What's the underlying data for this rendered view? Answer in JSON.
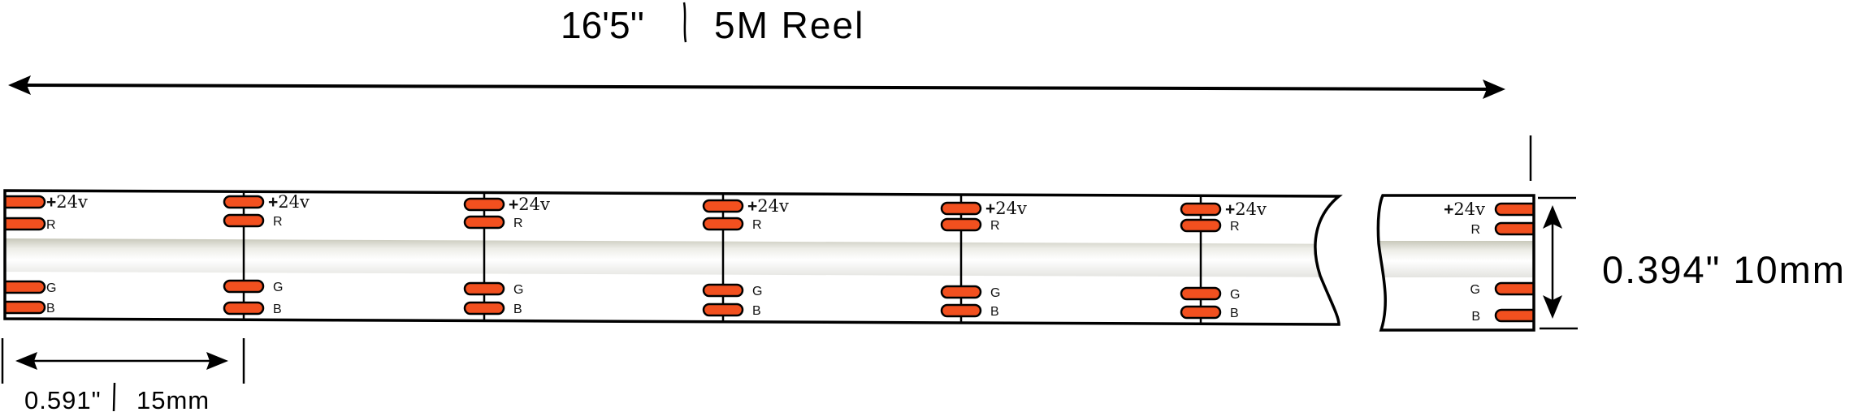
{
  "diagram": {
    "title": {
      "length_imperial": "16'5''",
      "length_metric": "5M Reel"
    },
    "strip": {
      "segments": 6,
      "cut_points": 6,
      "pins": [
        {
          "id": "v",
          "label": "+24v",
          "plus": "+",
          "value": "24v"
        },
        {
          "id": "r",
          "label": "R"
        },
        {
          "id": "g",
          "label": "G"
        },
        {
          "id": "b",
          "label": "B"
        }
      ]
    },
    "end_piece": {
      "pins": [
        {
          "id": "v",
          "label": "+24v",
          "plus": "+",
          "value": "24v"
        },
        {
          "id": "r",
          "label": "R"
        },
        {
          "id": "g",
          "label": "G"
        },
        {
          "id": "b",
          "label": "B"
        }
      ]
    },
    "width_dimension": {
      "text": "0.394\" 10mm"
    },
    "pitch_dimension": {
      "imperial": "0.591\"",
      "metric": "15mm"
    },
    "colors": {
      "pad": "#F2501F",
      "outline": "#000000",
      "tube_top": "#C8C8BA",
      "tube_mid": "#FFFFFF",
      "tube_bottom": "#E4E4E0"
    }
  }
}
